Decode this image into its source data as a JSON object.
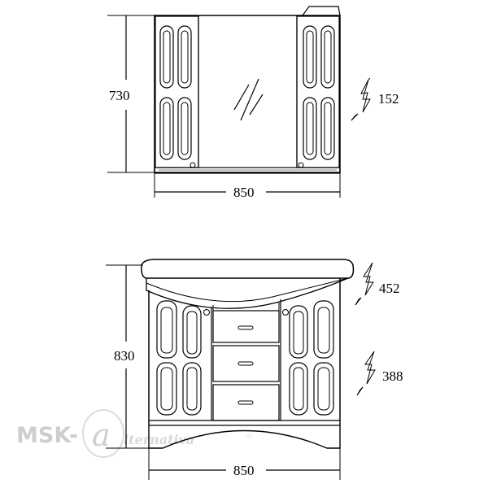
{
  "top_unit": {
    "height_label": "730",
    "width_label": "850",
    "depth_label": "152"
  },
  "bottom_unit": {
    "height_label": "830",
    "width_label": "850",
    "depth_top_label": "452",
    "depth_cabinet_label": "388"
  },
  "watermark": {
    "brand": "MSK-",
    "script": "lternativa",
    "domain": ".ru"
  }
}
